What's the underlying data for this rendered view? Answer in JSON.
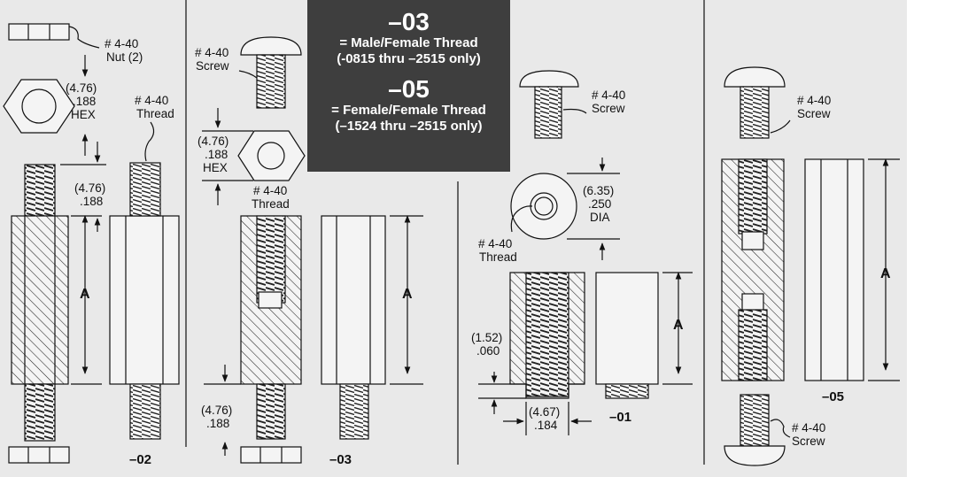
{
  "callout": {
    "code_03": "–03",
    "desc_03_line1": "= Male/Female Thread",
    "desc_03_line2": "(-0815 thru –2515 only)",
    "code_05": "–05",
    "desc_05_line1": "= Female/Female Thread",
    "desc_05_line2": "(–1524 thru –2515 only)"
  },
  "labels": {
    "nut_line1": "# 4-40",
    "nut_line2": "Nut (2)",
    "hex_mm": "(4.76)",
    "hex_in": ".188",
    "hex_word": "HEX",
    "thread_line1": "# 4-40",
    "thread_line2": "Thread",
    "screw_line1": "# 4-40",
    "screw_line2": "Screw",
    "dim_476": "(4.76)",
    "dim_188": ".188",
    "dim_635": "(6.35)",
    "dim_250": ".250",
    "dia_word": "DIA",
    "dim_152": "(1.52)",
    "dim_060": ".060",
    "dim_467": "(4.67)",
    "dim_184": ".184",
    "A": "A"
  },
  "parts": {
    "p02": "–02",
    "p03": "–03",
    "p01": "–01",
    "p05": "–05"
  },
  "colors": {
    "background": "#e9e9e9",
    "callout": "#3e3e3e",
    "ink": "#111111"
  }
}
